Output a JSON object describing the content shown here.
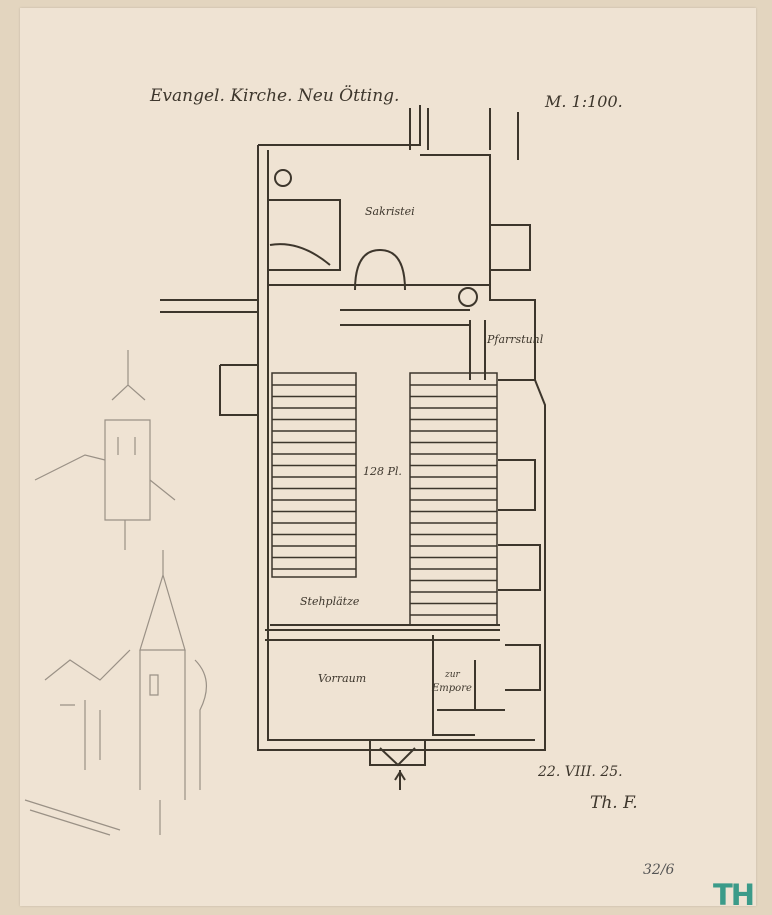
{
  "title": "Evangel. Kirche. Neu Ötting.",
  "scale": "M. 1:100.",
  "rooms": {
    "sacristy": "Sakristei",
    "pastor_pew": "Pfarrstuhl",
    "seats": "128 Pl.",
    "standing": "Stehplätze",
    "vestibule": "Vorraum",
    "to_gallery_1": "zur",
    "to_gallery_2": "Empore"
  },
  "date": "22. VIII. 25.",
  "signature": "Th. F.",
  "sheet_number": "32/6",
  "stamp": "TH",
  "colors": {
    "paper": "#efe3d3",
    "ink": "#3d362c",
    "pencil": "#9a9186",
    "stamp": "#3b9b89"
  }
}
